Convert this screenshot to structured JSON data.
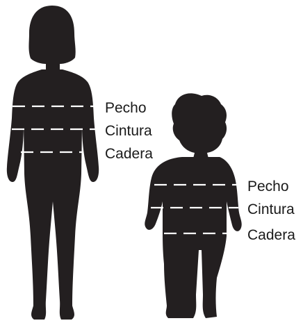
{
  "older_child": {
    "labels": {
      "chest": "Pecho",
      "waist": "Cintura",
      "hip": "Cadera"
    }
  },
  "toddler": {
    "labels": {
      "chest": "Pecho",
      "waist": "Cintura",
      "hip": "Cadera"
    }
  },
  "colors": {
    "silhouette": "#231f20",
    "measure_lines": "#ffffff",
    "text": "#1a1a1a"
  }
}
